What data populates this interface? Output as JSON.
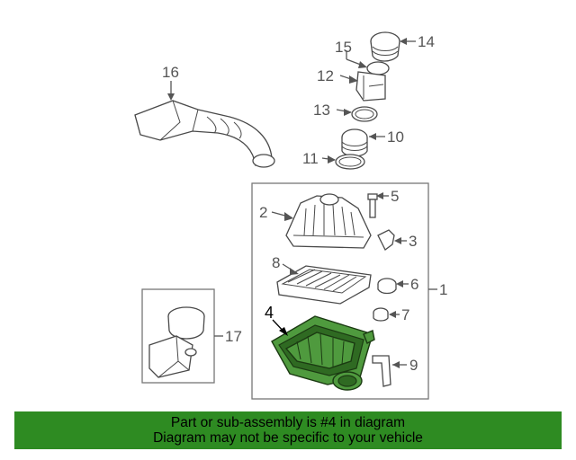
{
  "callouts": {
    "c1": "1",
    "c2": "2",
    "c3": "3",
    "c4": "4",
    "c5": "5",
    "c6": "6",
    "c7": "7",
    "c8": "8",
    "c9": "9",
    "c10": "10",
    "c11": "11",
    "c12": "12",
    "c13": "13",
    "c14": "14",
    "c15": "15",
    "c16": "16",
    "c17": "17"
  },
  "highlight_callout": "4",
  "banner": {
    "line1": "Part or sub-assembly is #4 in diagram",
    "line2": "Diagram may not be specific to your vehicle"
  },
  "colors": {
    "highlight_part": "#4f9a3e",
    "banner_background": "#2e8b22",
    "line_art": "#4a4a4a"
  }
}
